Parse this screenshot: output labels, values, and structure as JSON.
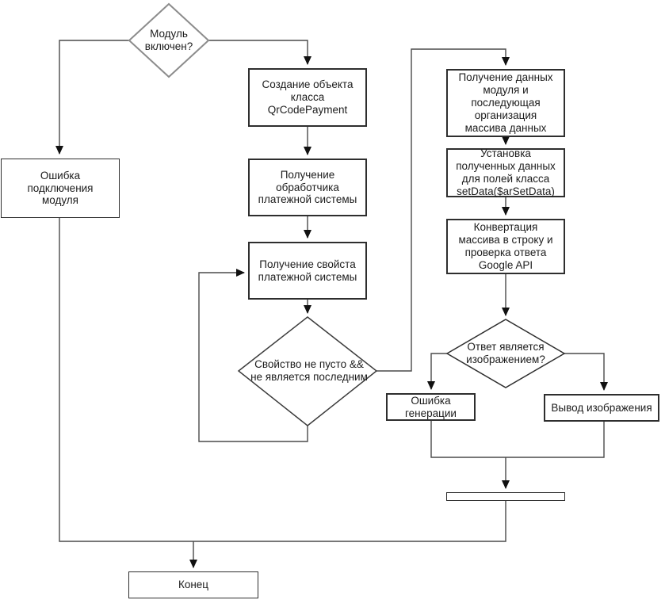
{
  "nodes": {
    "module_enabled": {
      "type": "decision",
      "label": "Модуль\nвключен?"
    },
    "module_error": {
      "type": "process",
      "label": "Ошибка\nподключения\nмодуля"
    },
    "create_object": {
      "type": "process",
      "label": "Создание объекта\nкласса\nQrCodePayment"
    },
    "get_handler": {
      "type": "process",
      "label": "Получение\nобработчика\nплатежной системы"
    },
    "get_properties": {
      "type": "process",
      "label": "Получение свойста\nплатежной системы"
    },
    "property_check": {
      "type": "decision",
      "label": "Свойство не пусто &&\nне является последним"
    },
    "get_module_data": {
      "type": "process",
      "label": "Получение данных\nмодуля и\nпоследующая\nорганизация\nмассива данных"
    },
    "set_data": {
      "type": "process",
      "label": "Установка\nполученных данных\nдля полей класса\nsetData($arSetData)"
    },
    "convert_array": {
      "type": "process",
      "label": "Конвертация\nмассива в строку и\nпроверка ответа\nGoogle API"
    },
    "response_check": {
      "type": "decision",
      "label": "Ответ является\nизображением?"
    },
    "generation_error": {
      "type": "process",
      "label": "Ошибка\nгенерации"
    },
    "output_image": {
      "type": "process",
      "label": "Вывод изображения"
    },
    "end": {
      "type": "terminator",
      "label": "Конец"
    }
  },
  "colors": {
    "background": "#ffffff",
    "line": "#4a4a4a",
    "box_border": "#2e2e2e",
    "top_diamond_border": "#8c8c8c",
    "arrowhead": "#111111",
    "text": "#1c1c1c"
  }
}
